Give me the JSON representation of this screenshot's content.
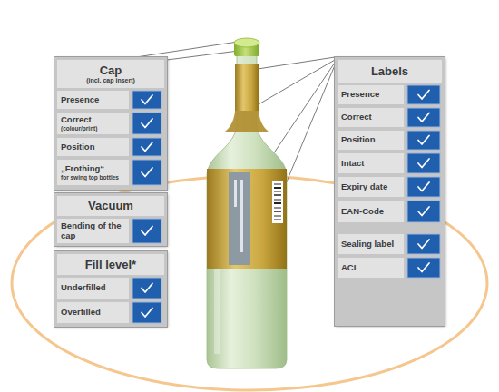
{
  "diagram": {
    "nodes": [
      {
        "text": [
          "Cap",
          "(incl. cap insert)"
        ]
      },
      {
        "text": [
          "Presence"
        ],
        "in": 0
      },
      {
        "text": [
          "Correct",
          "(colour/print)"
        ],
        "in": 0
      },
      {
        "text": [
          "Position"
        ],
        "in": 0
      },
      {
        "text": [
          "„Frothing“",
          "for swing top bottles"
        ],
        "in": 0
      },
      {
        "text": [
          "Vacuum"
        ]
      },
      {
        "text": [
          "Bending of the cap"
        ],
        "in": 5
      },
      {
        "text": [
          "Fill level*"
        ]
      },
      {
        "text": [
          "Underfilled"
        ],
        "in": 7
      },
      {
        "text": [
          "Overfilled"
        ],
        "in": 7
      },
      {
        "text": [
          "Labels"
        ]
      },
      {
        "text": [
          "Presence"
        ],
        "in": 10
      },
      {
        "text": [
          "Correct"
        ],
        "in": 10
      },
      {
        "text": [
          "Position"
        ],
        "in": 10
      },
      {
        "text": [
          "Intact"
        ],
        "in": 10
      },
      {
        "text": [
          "Expiry date"
        ],
        "in": 10
      },
      {
        "text": [
          "EAN-Code"
        ],
        "in": 10
      },
      {
        "text": [
          "Sealing label"
        ],
        "in": 10
      },
      {
        "text": [
          "ACL"
        ],
        "in": 10
      }
    ]
  }
}
